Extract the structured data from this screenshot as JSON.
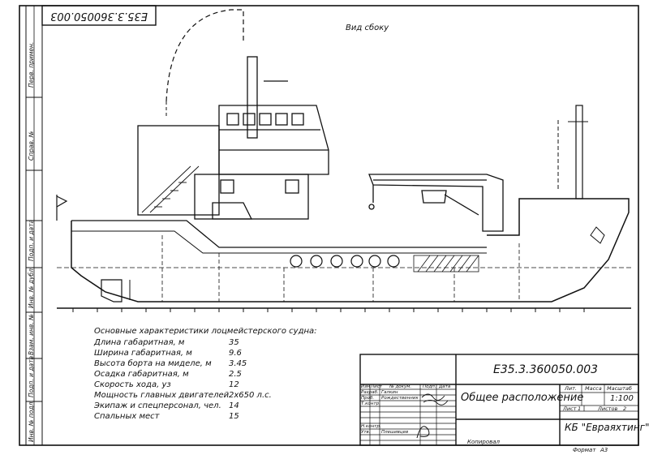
{
  "drawing": {
    "code_top": "E35.3.360050.003",
    "view_label": "Вид сбоку"
  },
  "specs": {
    "title": "Основные характеристики лоцмейстерского судна:",
    "rows": [
      {
        "label": "Длина габаритная, м",
        "value": "35"
      },
      {
        "label": "Ширина габаритная, м",
        "value": "9.6"
      },
      {
        "label": "Высота борта на миделе, м",
        "value": "3.45"
      },
      {
        "label": "Осадка габаритная, м",
        "value": "2.5"
      },
      {
        "label": "Скорость хода, уз",
        "value": "12"
      },
      {
        "label": "Мощность главных двигателей",
        "value": "2х650 л.с."
      },
      {
        "label": "Экипаж и спецперсонал, чел.",
        "value": "14"
      },
      {
        "label": "Спальных мест",
        "value": "15"
      }
    ]
  },
  "side_strip": [
    "Перв. примен.",
    "Справ. №",
    "Подп. и дата",
    "Инв. № дубл.",
    "Взам. инв. №",
    "Подп. и дата",
    "Инв. № подл."
  ],
  "title_block": {
    "code": "E35.3.360050.003",
    "name": "Общее расположение",
    "org": "КБ \"Евраяхтинг\"",
    "head_izm": "Изм",
    "head_list": "Лист",
    "head_doc": "№ докум.",
    "head_sign": "Подп.",
    "head_date": "Дата",
    "row_razrab": "Разраб.",
    "row_prov": "Проб.",
    "row_tkontr": "Т.контр.",
    "row_nkontr": "Н.контр.",
    "row_utv": "Утв.",
    "name_razrab": "Галкин",
    "name_prov": "Рождественник",
    "name_utv": "Плешивцев",
    "lit_label": "Лит.",
    "mass_label": "Масса",
    "scale_label": "Масштаб",
    "scale_value": "1:100",
    "sheet_label": "Лист",
    "sheet_num": "1",
    "sheets_label": "Листов",
    "sheets_total": "2",
    "copied": "Копировал",
    "format_label": "Формат",
    "format_value": "А3"
  }
}
